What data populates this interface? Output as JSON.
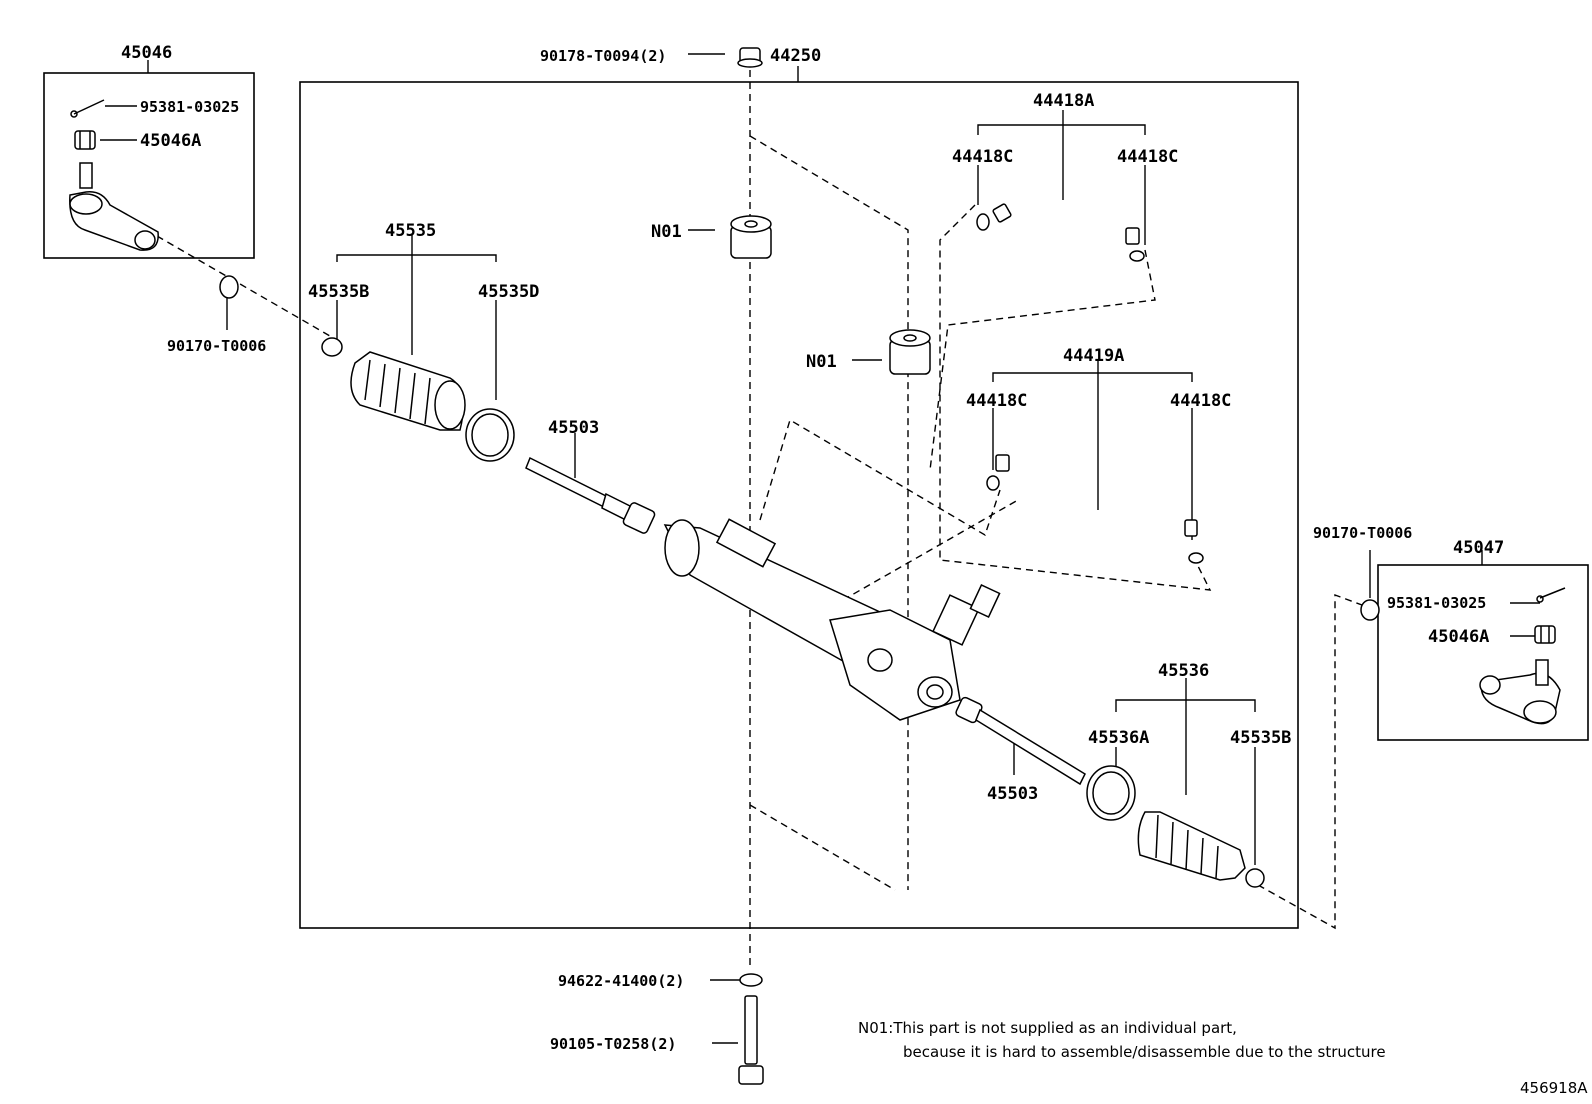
{
  "labels": {
    "p45046": "45046",
    "p95381_l": "95381-03025",
    "p45046A_l": "45046A",
    "p90170_l": "90170-T0006",
    "p90178": "90178-T0094(2)",
    "p44250": "44250",
    "p45535": "45535",
    "p45535B_l": "45535B",
    "p45535D": "45535D",
    "p45503_l": "45503",
    "p45503_r": "45503",
    "pN01_a": "N01",
    "pN01_b": "N01",
    "p44418A": "44418A",
    "p44418C_1": "44418C",
    "p44418C_2": "44418C",
    "p44419A": "44419A",
    "p44418C_3": "44418C",
    "p44418C_4": "44418C",
    "p45536": "45536",
    "p45536A": "45536A",
    "p45535B_r": "45535B",
    "p90170_r": "90170-T0006",
    "p45047": "45047",
    "p95381_r": "95381-03025",
    "p45046A_r": "45046A",
    "p94622": "94622-41400(2)",
    "p90105": "90105-T0258(2)"
  },
  "note": {
    "line1": "N01:This part is not supplied as an individual part,",
    "line2": "because it is hard to assemble/disassemble due to the structure"
  },
  "ref_code": "456918A"
}
